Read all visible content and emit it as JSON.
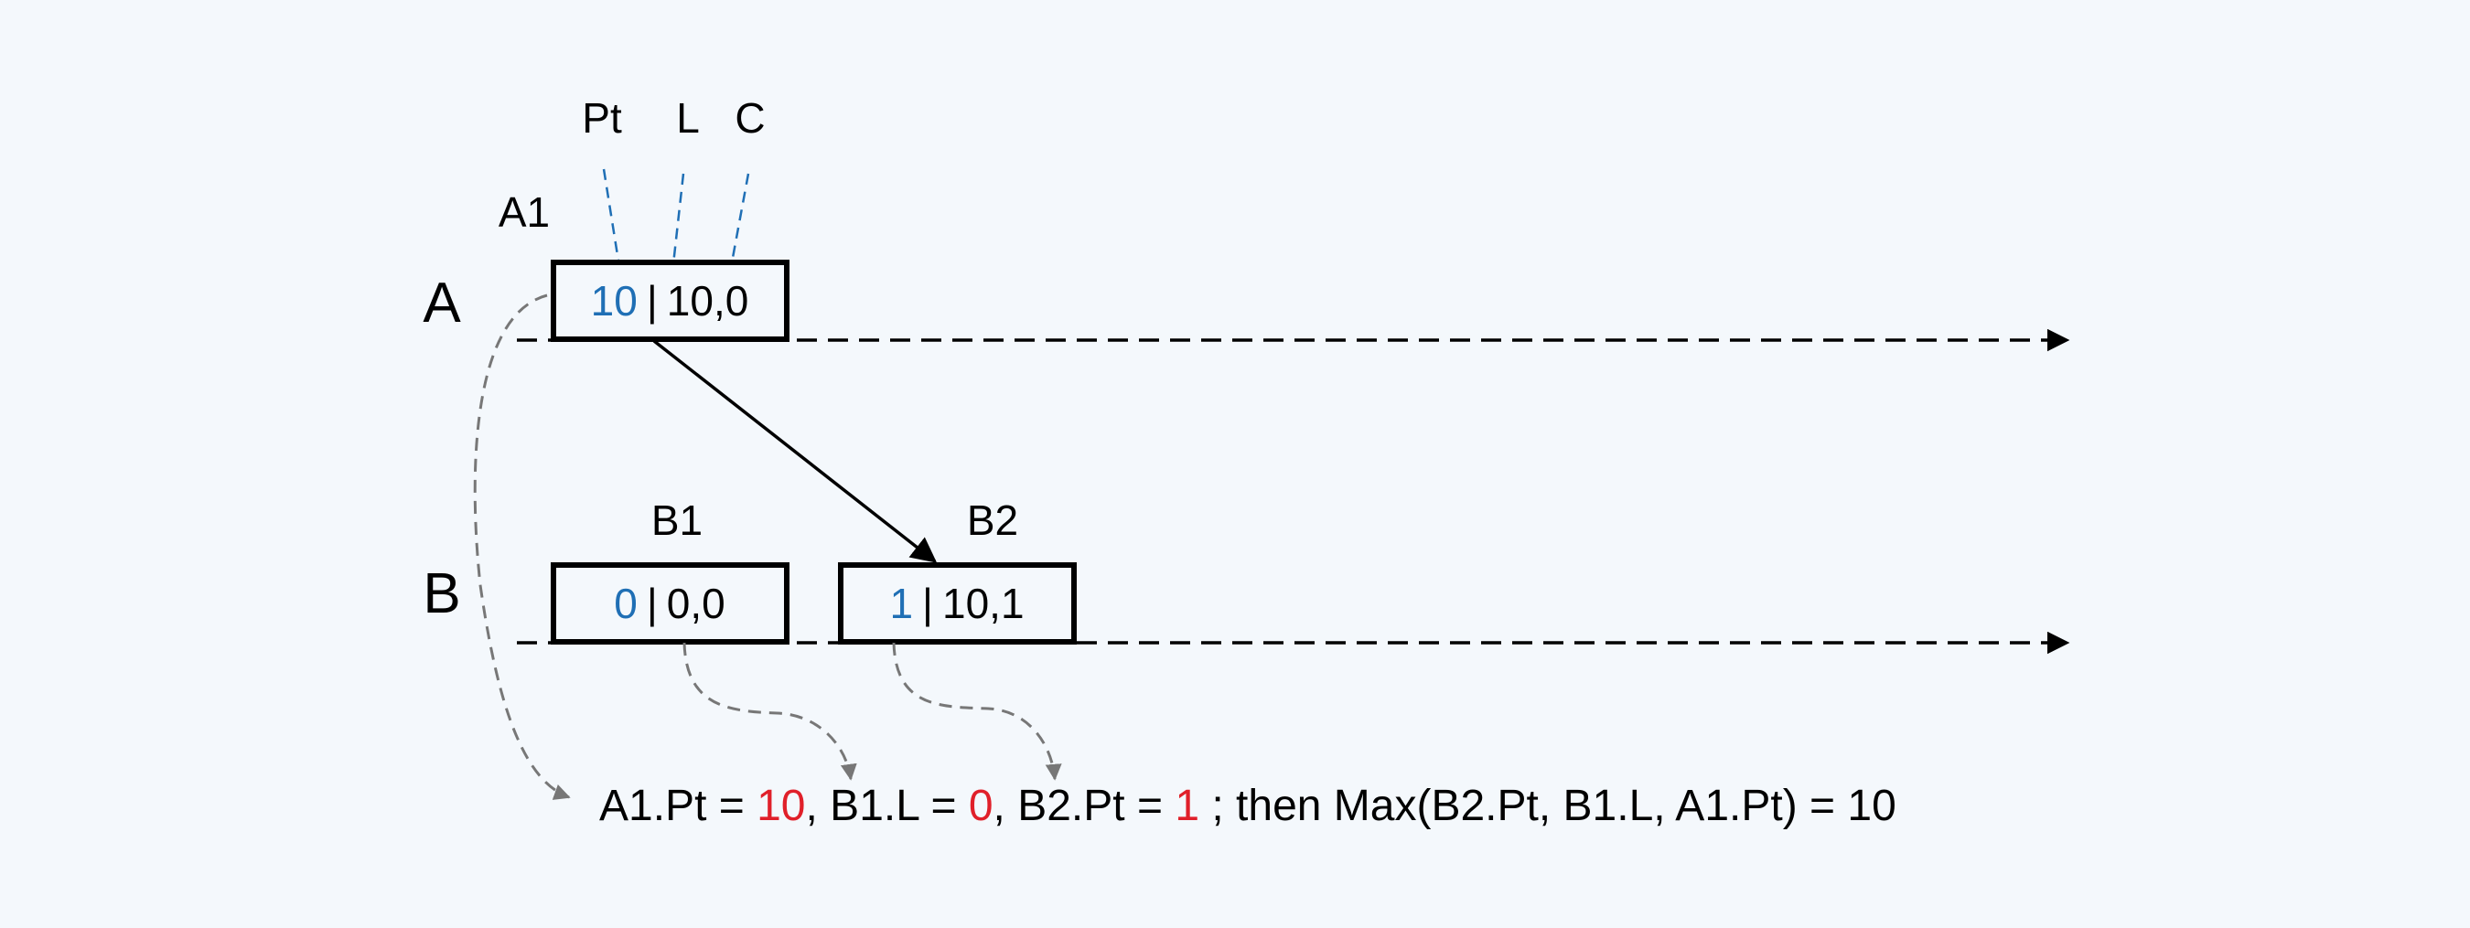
{
  "colors": {
    "background": "#f4f8fc",
    "line": "#000000",
    "blue": "#1f6fb5",
    "red": "#e0202a",
    "gray": "#777777"
  },
  "field_labels": {
    "pt": "Pt",
    "l": "L",
    "c": "C"
  },
  "processes": {
    "a": "A",
    "b": "B"
  },
  "events": {
    "a1": {
      "label": "A1",
      "pt": "10",
      "sep": "|",
      "rest": "10,0"
    },
    "b1": {
      "label": "B1",
      "pt": "0",
      "sep": "|",
      "rest": "0,0"
    },
    "b2": {
      "label": "B2",
      "pt": "1",
      "sep": "|",
      "rest": "10,1"
    }
  },
  "formula": {
    "p1": "A1.Pt = ",
    "v1": "10",
    "p2": ", B1.L = ",
    "v2": "0",
    "p3": ", B2.Pt = ",
    "v3": "1",
    "p4": " ; then Max(B2.Pt, B1.L, A1.Pt) = 10"
  }
}
